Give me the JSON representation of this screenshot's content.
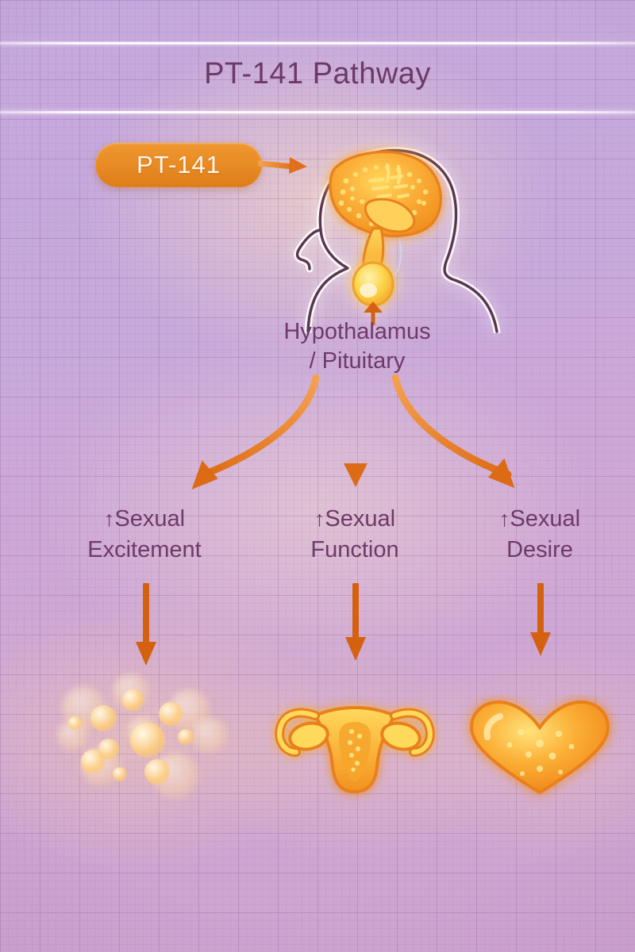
{
  "header": {
    "title": "PT-141 Pathway"
  },
  "badge": {
    "label": "PT-141",
    "color": "#e78a24",
    "text_color": "#fff7ec"
  },
  "figure": {
    "name": "head-profile-with-brain",
    "brain_icon": "brain-icon",
    "gland_icon": "pituitary-gland-icon",
    "label_line1": "Hypothalamus",
    "label_line2": "/ Pituitary"
  },
  "flow": {
    "arrow_color": "#e0701c",
    "branch_arrows": [
      "branch-arrow-left",
      "branch-arrow-center",
      "branch-arrow-right"
    ],
    "down_arrows": [
      "down-arrow-left",
      "down-arrow-center",
      "down-arrow-right"
    ]
  },
  "outcomes": [
    {
      "arrow": "↑",
      "line1": "Sexual",
      "line2": "Excitement",
      "icon": "sparkle-cluster-icon"
    },
    {
      "arrow": "↑",
      "line1": "Sexual",
      "line2": "Function",
      "icon": "uterus-icon"
    },
    {
      "arrow": "↑",
      "line1": "Sexual",
      "line2": "Desire",
      "icon": "heart-icon"
    }
  ],
  "theme": {
    "background": "#c7a8dc",
    "text_color": "#6e3a68",
    "accent_orange": "#e78a24",
    "glow_yellow": "#ffd24a"
  }
}
